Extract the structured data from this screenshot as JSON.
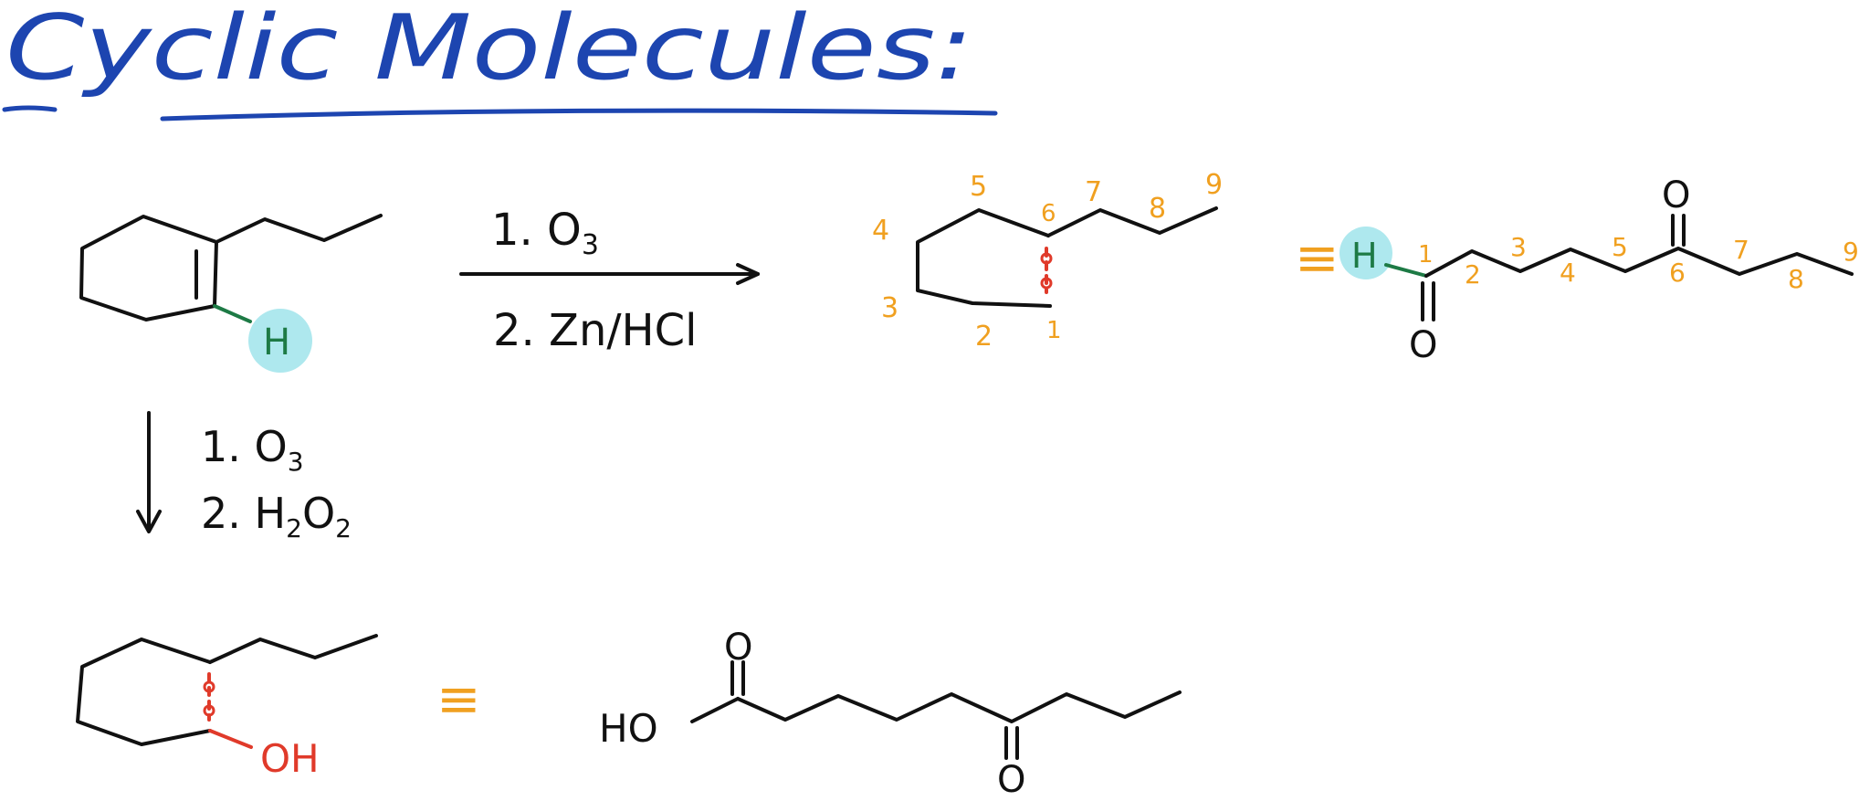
{
  "title": "Cyclic Molecules:",
  "colors": {
    "title": "#1d45b0",
    "ink": "#111111",
    "numbering": "#f0a020",
    "cleaved_bond": "#e03a2a",
    "hydrogen": "#1d7a45",
    "highlight": "#aee8ee"
  },
  "hydrogen_label": "H",
  "reaction_top": {
    "step1": "1. O",
    "step1_sub": "3",
    "step2": "2. Zn/HCl"
  },
  "reaction_down": {
    "step1": "1. O",
    "step1_sub": "3",
    "step2_prefix": "2. H",
    "step2_sub1": "2",
    "step2_mid": "O",
    "step2_sub2": "2"
  },
  "equivalence_symbol": "≡",
  "numbering_ring": [
    "5",
    "6",
    "7",
    "8",
    "9",
    "4",
    "3",
    "2",
    "1"
  ],
  "numbering_chain": [
    "1",
    "2",
    "3",
    "4",
    "5",
    "6",
    "7",
    "8",
    "9"
  ],
  "atom_labels": {
    "oxygen": "O",
    "hydroxyl": "OH",
    "acid_head": "HO"
  }
}
